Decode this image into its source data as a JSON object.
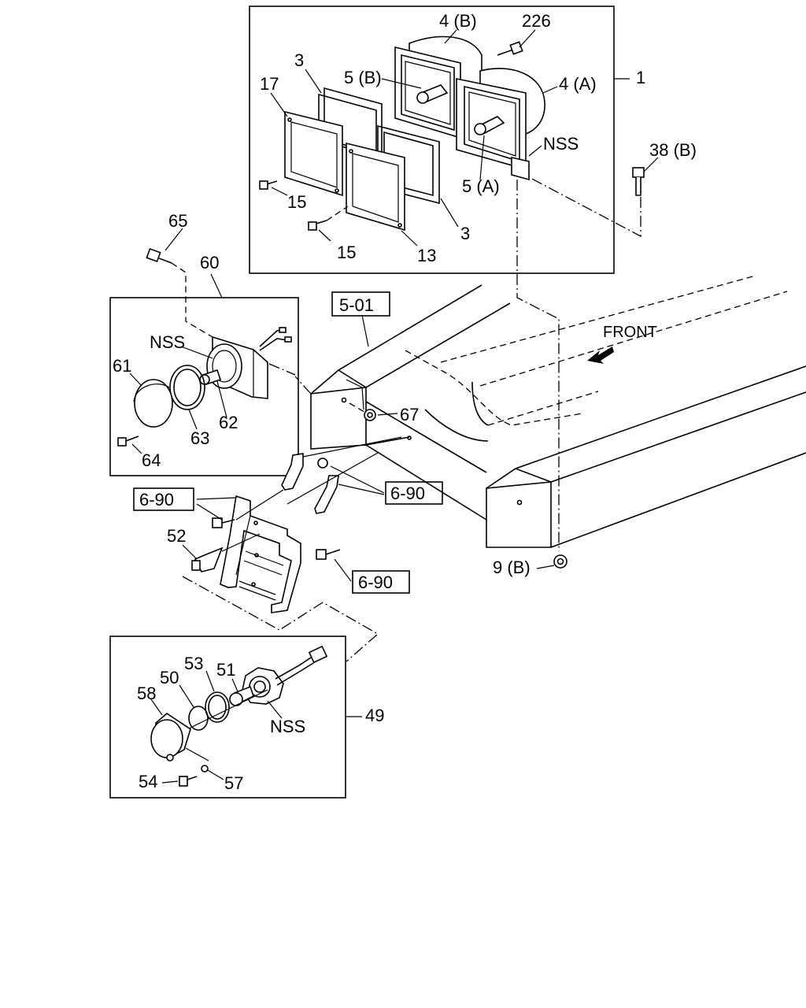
{
  "diagram": {
    "front_label": "FRONT",
    "boxed_refs": {
      "frame_ref": "5-01",
      "bracket_ref_left": "6-90",
      "bracket_ref_right": "6-90",
      "bracket_ref_bottom": "6-90"
    },
    "parts": {
      "p1": "1",
      "p3_top": "3",
      "p3_bottom": "3",
      "p4a": "4 (A)",
      "p4b": "4 (B)",
      "p5a": "5 (A)",
      "p5b": "5 (B)",
      "p9b": "9 (B)",
      "p13": "13",
      "p15_a": "15",
      "p15_b": "15",
      "p17": "17",
      "p38b": "38 (B)",
      "p226": "226",
      "nss_top": "NSS",
      "p60": "60",
      "p61": "61",
      "p62": "62",
      "p63": "63",
      "p64": "64",
      "p65": "65",
      "p67": "67",
      "nss_mid": "NSS",
      "p52": "52",
      "p49": "49",
      "p50": "50",
      "p51": "51",
      "p53": "53",
      "p54": "54",
      "p57": "57",
      "p58": "58",
      "nss_bottom": "NSS"
    }
  }
}
